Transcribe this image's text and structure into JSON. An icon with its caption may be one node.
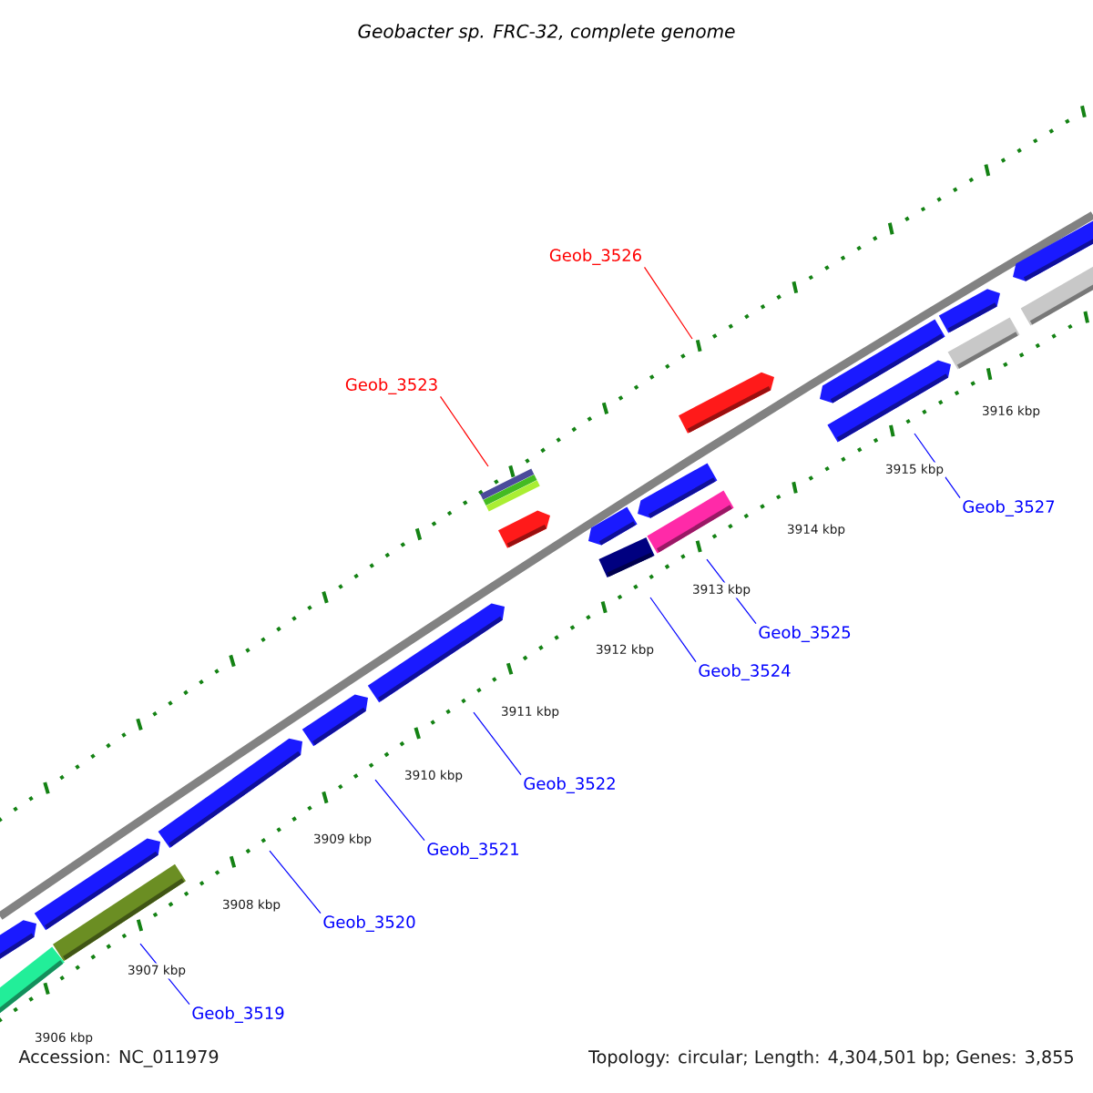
{
  "diagram": {
    "title": "Geobacter sp. FRC-32, complete genome",
    "nodes": [
      {
        "text": [
          "Geob_3526"
        ]
      },
      {
        "text": [
          "Geob_3523"
        ]
      },
      {
        "text": [
          "Geob_3527"
        ]
      },
      {
        "text": [
          "Geob_3525"
        ]
      },
      {
        "text": [
          "Geob_3524"
        ]
      },
      {
        "text": [
          "Geob_3522"
        ]
      },
      {
        "text": [
          "Geob_3521"
        ]
      },
      {
        "text": [
          "Geob_3520"
        ]
      },
      {
        "text": [
          "Geob_3519"
        ]
      }
    ],
    "edges": [
      {
        "from": 0,
        "to": null,
        "arrow": "none",
        "color": "#ff0000"
      },
      {
        "from": 1,
        "to": null,
        "arrow": "none",
        "color": "#ff0000"
      },
      {
        "from": 2,
        "to": null,
        "arrow": "none"
      },
      {
        "from": 3,
        "to": null,
        "arrow": "none"
      },
      {
        "from": 4,
        "to": null,
        "arrow": "none"
      },
      {
        "from": 5,
        "to": null,
        "arrow": "none"
      },
      {
        "from": 6,
        "to": null,
        "arrow": "none"
      },
      {
        "from": 7,
        "to": null,
        "arrow": "none"
      },
      {
        "from": 8,
        "to": null,
        "arrow": "none"
      }
    ],
    "labels": [
      "3916 kbp",
      "3915 kbp",
      "3914 kbp",
      "3913 kbp",
      "3912 kbp",
      "3911 kbp",
      "3910 kbp",
      "3909 kbp",
      "3908 kbp",
      "3907 kbp",
      "3906 kbp",
      "Accession: NC_011979",
      "Topology: circular; Length: 4,304,501 bp; Genes: 3,855"
    ]
  }
}
